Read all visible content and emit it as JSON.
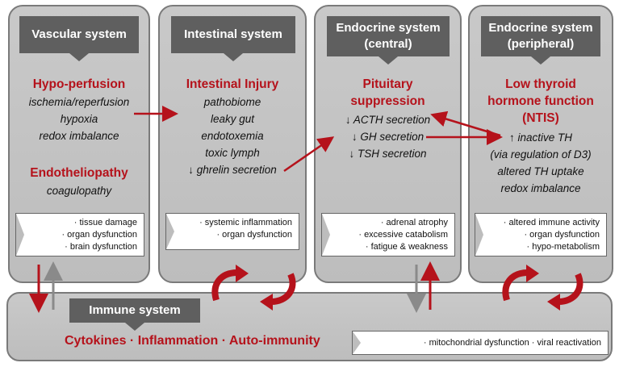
{
  "panels": [
    {
      "header": [
        "Vascular system"
      ],
      "sections": [
        {
          "title": [
            "Hypo-perfusion"
          ],
          "items": [
            "ischemia/reperfusion",
            "hypoxia",
            "redox imbalance"
          ]
        },
        {
          "title": [
            "Endotheliopathy"
          ],
          "items": [
            "coagulopathy"
          ]
        }
      ],
      "outcomes": [
        "· tissue damage",
        "· organ dysfunction",
        "· brain dysfunction"
      ]
    },
    {
      "header": [
        "Intestinal system"
      ],
      "sections": [
        {
          "title": [
            "Intestinal Injury"
          ],
          "items": [
            "pathobiome",
            "leaky gut",
            "endotoxemia",
            "toxic lymph",
            "↓ ghrelin secretion"
          ]
        }
      ],
      "outcomes": [
        "· systemic inflammation",
        "· organ dysfunction"
      ]
    },
    {
      "header": [
        "Endocrine system",
        "(central)"
      ],
      "sections": [
        {
          "title": [
            "Pituitary",
            "suppression"
          ],
          "items": [
            "↓ ACTH secretion",
            "↓ GH secretion",
            "↓ TSH secretion"
          ]
        }
      ],
      "outcomes": [
        "· adrenal atrophy",
        "· excessive catabolism",
        "· fatigue & weakness"
      ]
    },
    {
      "header": [
        "Endocrine system",
        "(peripheral)"
      ],
      "sections": [
        {
          "title": [
            "Low thyroid",
            "hormone function",
            "(NTIS)"
          ],
          "items": [
            "↑ inactive TH",
            "(via regulation of D3)",
            "altered TH uptake",
            "redox imbalance"
          ]
        }
      ],
      "outcomes": [
        "· altered immune activity",
        "· organ dysfunction",
        "· hypo-metabolism"
      ]
    }
  ],
  "immune": {
    "header": "Immune system",
    "main_text": "Cytokines · Inflammation · Auto-immunity",
    "outcomes": "· mitochondrial dysfunction · viral reactivation"
  },
  "colors": {
    "accent": "#b5121b",
    "header_bg": "#5f5f5f",
    "panel_bg": "#c4c4c4",
    "up_arrow_gray": "#8a8a8a"
  }
}
